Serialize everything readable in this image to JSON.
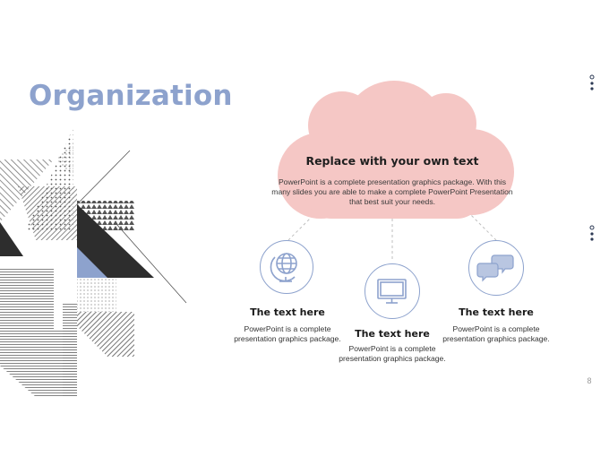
{
  "slide": {
    "title": "Organization",
    "page_number": "8"
  },
  "cloud": {
    "heading": "Replace with your own text",
    "body": "PowerPoint is a complete presentation graphics package. With this many slides you are able to make a complete PowerPoint Presentation that best suit your needs."
  },
  "items": [
    {
      "icon": "globe-icon",
      "title": "The text here",
      "body": "PowerPoint is a complete presentation graphics package."
    },
    {
      "icon": "monitor-icon",
      "title": "The text here",
      "body": "PowerPoint is a complete presentation graphics package."
    },
    {
      "icon": "chat-bubbles-icon",
      "title": "The text here",
      "body": "PowerPoint is a complete presentation graphics package."
    }
  ],
  "colors": {
    "accent": "#8da2cd",
    "cloud": "#f5c7c5",
    "dark": "#2d2d2d"
  }
}
